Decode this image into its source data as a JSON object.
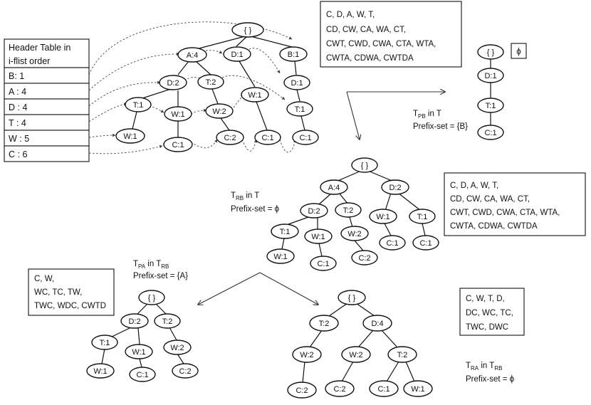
{
  "header_table": {
    "title_lines": [
      "Header Table in",
      "i-flist order"
    ],
    "rows": [
      "B: 1",
      "A : 4",
      "D : 4",
      "T : 4",
      "W : 5",
      "C : 6"
    ]
  },
  "phi_box": "ϕ",
  "main_tree": {
    "nodes": {
      "root": "{ }",
      "a4": "A:4",
      "d1": "D:1",
      "b1": "B:1",
      "d2": "D:2",
      "t2": "T:2",
      "w1r": "W:1",
      "d1b": "D:1",
      "t1": "T:1",
      "w1a": "W:1",
      "w2": "W:2",
      "t1b": "T:1",
      "w1b": "W:1",
      "c1a": "C:1",
      "c2": "C:2",
      "c1b": "C:1",
      "c1c": "C:1"
    }
  },
  "main_itemsets": [
    "C, D, A, W, T,",
    "CD, CW, CA, WA, CT,",
    "CWT, CWD, CWA, CTA, WTA,",
    "CWTA, CDWA, CWTDA"
  ],
  "tpb": {
    "label_main": "T",
    "label_sub": "PB",
    "label_rest": " in T",
    "prefix": "Prefix-set = {B}",
    "nodes": {
      "root": "{ }",
      "d1": "D:1",
      "t1": "T:1",
      "c1": "C:1"
    }
  },
  "trb": {
    "label_main": "T",
    "label_sub": "RB",
    "label_rest": " in T",
    "prefix": "Prefix-set = ϕ",
    "nodes": {
      "root": "{ }",
      "a4": "A:4",
      "d2r": "D:2",
      "d2": "D:2",
      "t2": "T:2",
      "w1r": "W:1",
      "t1r": "T:1",
      "t1": "T:1",
      "w1": "W:1",
      "w2": "W:2",
      "c1r1": "C:1",
      "c1r2": "C:1",
      "w1b": "W:1",
      "c1": "C:1",
      "c2": "C:2"
    }
  },
  "trb_itemsets": [
    "C, D, A, W, T,",
    "CD, CW, CA, WA, CT,",
    "CWT, CWD, CWA, CTA, WTA,",
    "CWTA, CDWA, CWTDA"
  ],
  "tpa": {
    "label_main": "T",
    "label_sub": "PA",
    "label_rest": " in T",
    "label_sub2": "RB",
    "prefix": "Prefix-set = {A}",
    "nodes": {
      "root": "{ }",
      "d2": "D:2",
      "t2": "T:2",
      "t1": "T:1",
      "w1": "W:1",
      "w2": "W:2",
      "w1b": "W:1",
      "c1": "C:1",
      "c2": "C:2"
    }
  },
  "tpa_itemsets": [
    "C, W,",
    "WC, TC, TW,",
    "TWC, WDC, CWTD"
  ],
  "tra": {
    "label_main": "T",
    "label_sub": "RA",
    "label_rest": " in T",
    "label_sub2": "RB",
    "prefix": "Prefix-set = ϕ",
    "nodes": {
      "root": "{ }",
      "t2": "T:2",
      "d4": "D:4",
      "w2a": "W:2",
      "w2b": "W:2",
      "t2b": "T:2",
      "c2a": "C:2",
      "c2b": "C:2",
      "c1": "C:1",
      "w1": "W:1"
    }
  },
  "tra_itemsets": [
    "C, W, T, D,",
    "DC, WC, TC,",
    "TWC, DWC"
  ]
}
